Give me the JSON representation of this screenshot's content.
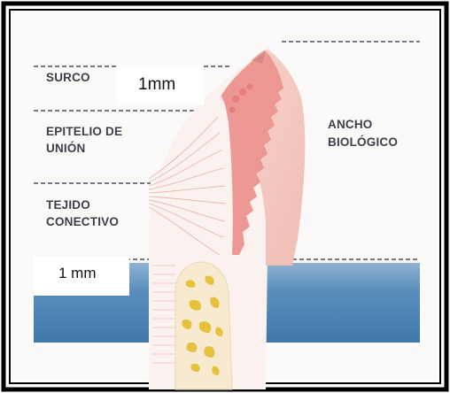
{
  "labels": {
    "surco": "SURCO",
    "epitelio_line1": "EPITELIO DE",
    "epitelio_line2": "UNIÓN",
    "tejido_line1": "TEJIDO",
    "tejido_line2": "CONECTIVO",
    "ancho_line1": "ANCHO",
    "ancho_line2": "BIOLÓGICO"
  },
  "measure_boxes": {
    "top": "1mm",
    "bottom": "1 mm"
  },
  "colors": {
    "border": "#000000",
    "bone_band": "#4d86b6",
    "bone_band_light": "#7fa6c8",
    "gingiva": "#f2c4bc",
    "epithelium": "#e98f8a",
    "bone": "#f6e7c6",
    "bone_spots": "#e8c440",
    "tooth_bg": "#fbf4f1",
    "label_text": "#3a3f4a",
    "dashed_line": "#4a4f5a"
  }
}
